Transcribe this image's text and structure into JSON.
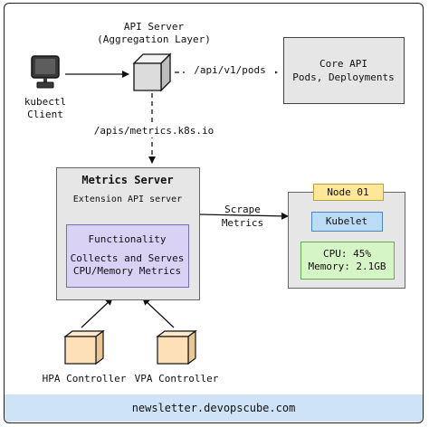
{
  "client": {
    "label_line1": "kubectl",
    "label_line2": "Client",
    "icon": "computer-monitor-icon"
  },
  "api_server": {
    "title_line1": "API Server",
    "title_line2": "(Aggregation Layer)",
    "icon": "cube-icon"
  },
  "edges": {
    "core_path": "/api/v1/pods",
    "metrics_path": "/apis/metrics.k8s.io",
    "scrape_line1": "Scrape",
    "scrape_line2": "Metrics"
  },
  "core_api": {
    "line1": "Core API",
    "line2": "Pods, Deployments"
  },
  "metrics_server": {
    "title": "Metrics Server",
    "subtitle": "Extension API server",
    "functionality": {
      "title": "Functionality",
      "line1": "Collects and Serves",
      "line2": "CPU/Memory Metrics"
    }
  },
  "node": {
    "label": "Node 01",
    "kubelet": "Kubelet",
    "cpu": "CPU: 45%",
    "memory": "Memory: 2.1GB"
  },
  "controllers": {
    "hpa": "HPA Controller",
    "vpa": "VPA Controller"
  },
  "footer": {
    "text": "newsletter.devopscube.com"
  },
  "colors": {
    "panel_gray": "#e6e6e6",
    "functionality_purple": "#d9d2f5",
    "node_label_yellow": "#ffe799",
    "kubelet_blue": "#bcdcf5",
    "metrics_green": "#d6f5c6",
    "controller_orange": "#fde0b8",
    "footer_blue": "#cfe3f7"
  }
}
